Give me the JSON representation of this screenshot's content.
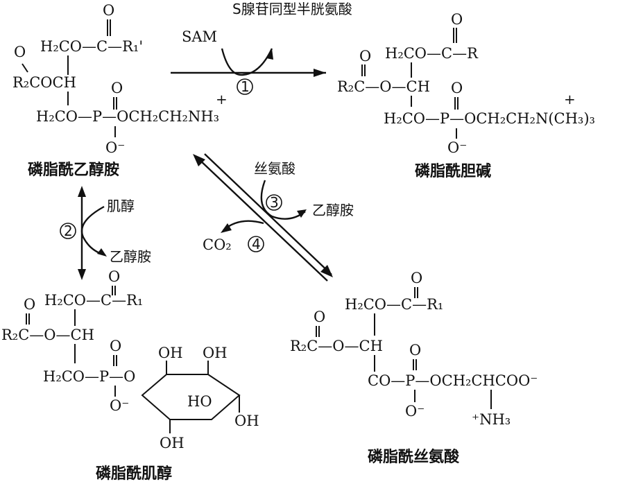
{
  "diagram": {
    "nodes": {
      "pe": {
        "name": "磷脂酰乙醇胺",
        "r1": "H₂CO—C—R₁'",
        "o": "O",
        "c2": "R₂COCH",
        "p": "H₂CO—P—OCH₂CH₂NH₃",
        "pplus": "+",
        "om": "O⁻"
      },
      "pc": {
        "name": "磷脂酰胆碱",
        "r1": "H₂CO—C—R",
        "o": "O",
        "c2": "R₂C—O—CH",
        "p": "H₂CO—P—OCH₂CH₂N(CH₃)₃",
        "nplus": "+",
        "om": "O⁻"
      },
      "pi": {
        "name": "磷脂酰肌醇",
        "r1": "H₂CO—C—R₁",
        "o": "O",
        "c2": "R₂C—O—CH",
        "p": "H₂CO—P—O",
        "om": "O⁻",
        "oh1": "OH",
        "oh2": "OH",
        "oh3": "HO",
        "oh4": "OH",
        "oh5": "OH"
      },
      "ps": {
        "name": "磷脂酰丝氨酸",
        "r1": "H₂CO—C—R₁",
        "o": "O",
        "c2": "R₂C—O—CH",
        "p": "CO—P—OCH₂CHCOO⁻",
        "om": "O⁻",
        "nh3": "⁺NH₃"
      }
    },
    "reactions": {
      "r1": {
        "step": "1",
        "in": "SAM",
        "out": "S腺苷同型半胱氨酸"
      },
      "r2": {
        "step": "2",
        "in": "肌醇",
        "out": "乙醇胺"
      },
      "r3": {
        "step": "3",
        "in": "丝氨酸",
        "out": "乙醇胺"
      },
      "r4": {
        "step": "4",
        "out": "CO₂"
      }
    }
  }
}
